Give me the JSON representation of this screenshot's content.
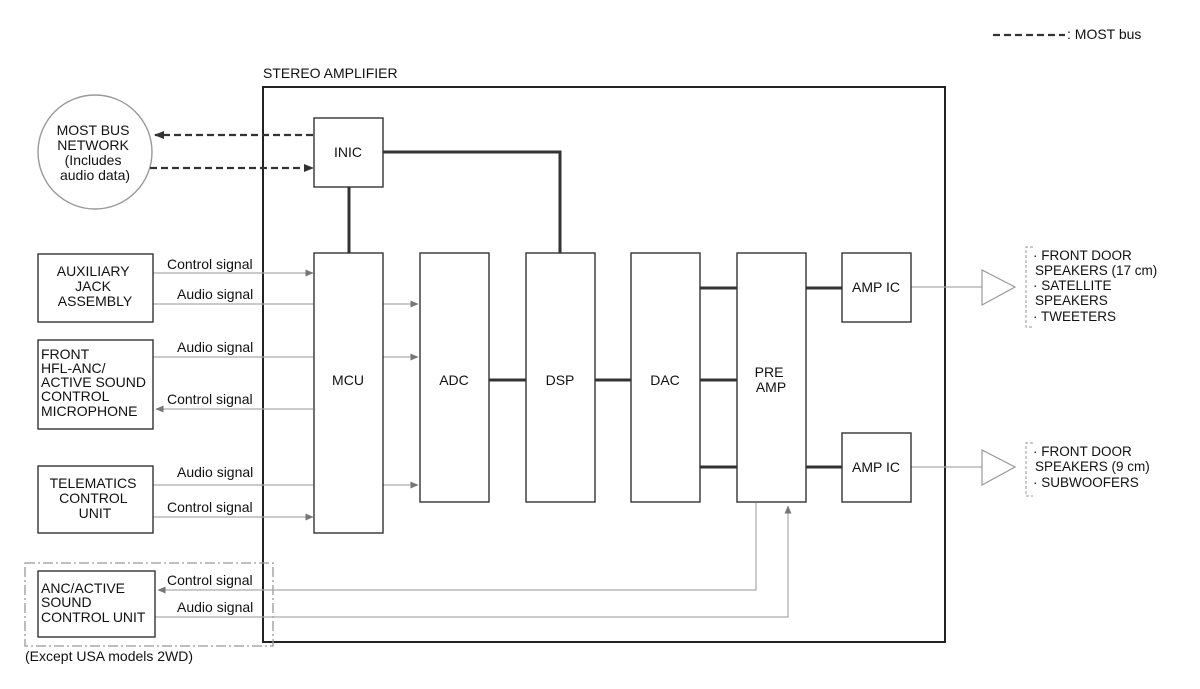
{
  "legend": {
    "most_bus": ": MOST bus"
  },
  "amplifier": {
    "title": "STEREO AMPLIFIER",
    "inic": "INIC",
    "mcu": "MCU",
    "adc": "ADC",
    "dsp": "DSP",
    "dac": "DAC",
    "pre_amp": [
      "PRE",
      "AMP"
    ],
    "amp_ic_upper": "AMP IC",
    "amp_ic_lower": "AMP IC"
  },
  "external": {
    "most_network": [
      "MOST BUS",
      "NETWORK",
      "(Includes",
      "audio data)"
    ],
    "aux_jack": [
      "AUXILIARY",
      "JACK",
      "ASSEMBLY"
    ],
    "front_mic": [
      "FRONT",
      "HFL-ANC/",
      "ACTIVE SOUND",
      "CONTROL",
      "MICROPHONE"
    ],
    "telematics": [
      "TELEMATICS",
      "CONTROL",
      "UNIT"
    ],
    "anc_unit": [
      "ANC/ACTIVE",
      "SOUND",
      "CONTROL UNIT"
    ],
    "anc_note": "(Except USA models 2WD)"
  },
  "signals": {
    "aux_control": "Control signal",
    "aux_audio": "Audio signal",
    "mic_audio": "Audio signal",
    "mic_control": "Control signal",
    "tel_audio": "Audio signal",
    "tel_control": "Control signal",
    "anc_control": "Control signal",
    "anc_audio": "Audio signal"
  },
  "outputs": {
    "upper": [
      "· FRONT DOOR",
      "SPEAKERS (17 cm)",
      "· SATELLITE",
      "SPEAKERS",
      "· TWEETERS"
    ],
    "lower": [
      "· FRONT DOOR",
      "SPEAKERS (9 cm)",
      "· SUBWOOFERS"
    ]
  }
}
